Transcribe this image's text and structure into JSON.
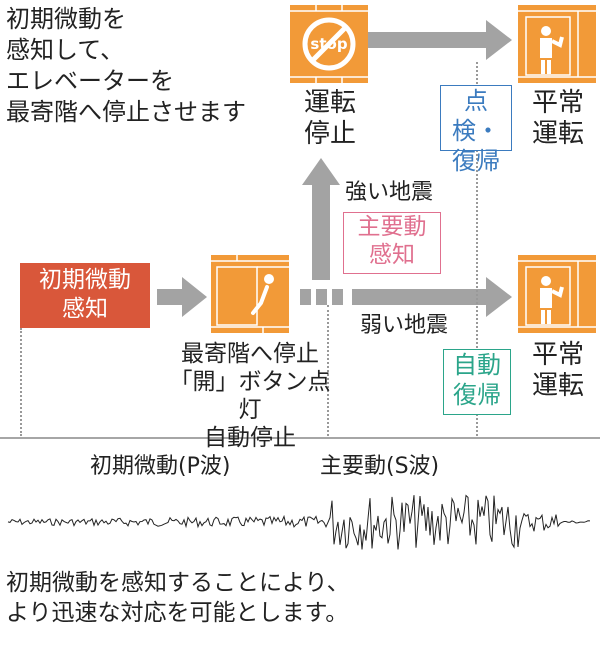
{
  "intro": [
    "初期微動を",
    "感知して、",
    "エレベーターを",
    "最寄階へ停止させます"
  ],
  "stop_icon_text": "stop",
  "stopped_label": [
    "運転",
    "停止"
  ],
  "inspection_label": [
    "点検・",
    "復帰"
  ],
  "normal_label_top": [
    "平常",
    "運転"
  ],
  "strong_quake": "強い地震",
  "main_motion_detect": [
    "主要動",
    "感知"
  ],
  "initial_detect": [
    "初期微動",
    "感知"
  ],
  "weak_quake": "弱い地震",
  "nearest_floor_label": [
    "最寄階へ停止",
    "「開」ボタン点灯",
    "自動停止"
  ],
  "auto_recovery": [
    "自動",
    "復帰"
  ],
  "normal_label_bottom": [
    "平常",
    "運転"
  ],
  "p_wave": "初期微動(P波)",
  "s_wave": "主要動(S波)",
  "footer": [
    "初期微動を感知することにより、",
    "より迅速な対応を可能とします。"
  ],
  "colors": {
    "orange": "#f29a38",
    "red": "#d9573a",
    "gray": "#a3a3a3",
    "blue": "#3b7bbf",
    "pink": "#e0708f",
    "teal": "#2ba58a"
  }
}
